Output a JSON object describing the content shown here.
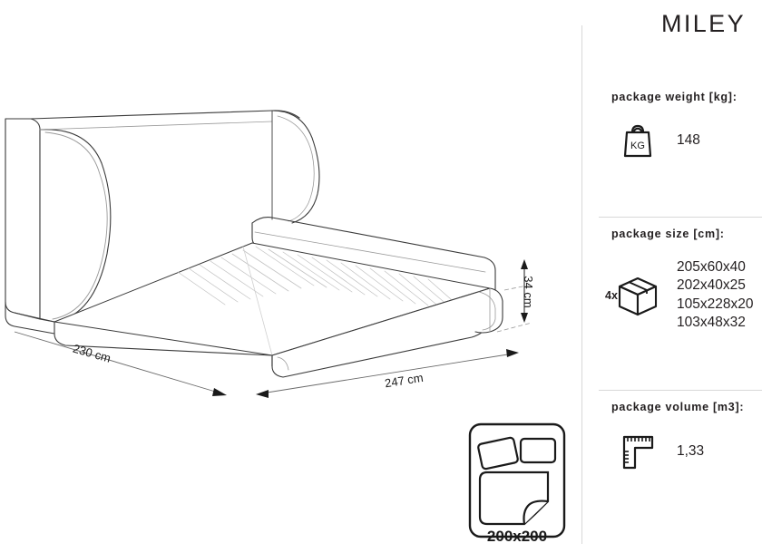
{
  "product": {
    "title": "MILEY"
  },
  "illustration": {
    "name": "bed-perspective-drawing",
    "dimensions": {
      "height": "34 cm",
      "depth": "230 cm",
      "width": "247 cm"
    },
    "mattress_icon": {
      "name": "bed-top-view-icon",
      "label": "200x200"
    }
  },
  "specs": [
    {
      "key": "weight",
      "heading": "package weight [kg]:",
      "icon": "kg-bag-icon",
      "icon_label": "KG",
      "multiplier": "",
      "value": "148"
    },
    {
      "key": "size",
      "heading": "package size [cm]:",
      "icon": "carton-box-icon",
      "icon_label": "",
      "multiplier": "4x",
      "value": "205x60x40\n202x40x25\n105x228x20\n103x48x32"
    },
    {
      "key": "volume",
      "heading": "package volume [m3]:",
      "icon": "ruler-square-icon",
      "icon_label": "",
      "multiplier": "",
      "value": "1,33"
    }
  ],
  "colors": {
    "ink": "#231f20",
    "line": "#3a3a3a",
    "faint_line": "#b9b9b9",
    "divider": "#d8d8d8"
  }
}
